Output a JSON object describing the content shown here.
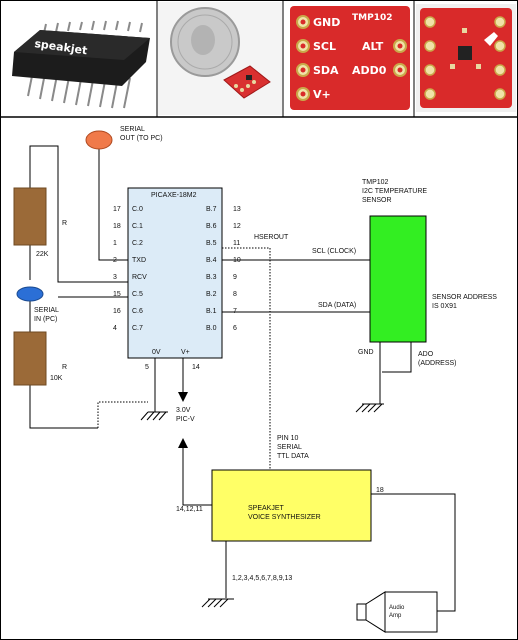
{
  "photos": {
    "chip_brand": "speakjet",
    "breakout_pins": [
      "GND",
      "SCL",
      "SDA",
      "V+"
    ],
    "breakout_title": "TMP102",
    "breakout_pins_right": [
      "ALT",
      "ADD0"
    ]
  },
  "labels": {
    "serial_out": [
      "SERIAL",
      "OUT (TO PC)"
    ],
    "serial_in": [
      "SERIAL",
      "IN (PC)"
    ],
    "r1": "R",
    "r1_value": "22K",
    "r2": "R",
    "r2_value": "10K",
    "picaxe_title": "PICAXE-18M2",
    "picaxe_left_pins": [
      "C.0",
      "C.1",
      "C.2",
      "TXD",
      "RCV",
      "C.5",
      "C.6",
      "C.7"
    ],
    "picaxe_left_numbers": [
      "17",
      "18",
      "1",
      "2",
      "3",
      "15",
      "16",
      "4"
    ],
    "picaxe_right_pins": [
      "B.7",
      "B.6",
      "B.5",
      "B.4",
      "B.3",
      "B.2",
      "B.1",
      "B.0"
    ],
    "picaxe_right_numbers": [
      "13",
      "12",
      "11",
      "10",
      "9",
      "8",
      "7",
      "6"
    ],
    "picaxe_0v": "0V",
    "picaxe_vplus": "V+",
    "pin_5": "5",
    "pin_14": "14",
    "power": [
      "3.0V",
      "PIC-V"
    ],
    "hserout": "HSEROUT",
    "tmp102": [
      "TMP102",
      "I2C TEMPERATURE",
      "SENSOR"
    ],
    "scl": "SCL (CLOCK)",
    "sda": "SDA (DATA)",
    "sensor_address": [
      "SENSOR ADDRESS",
      "IS 0X91"
    ],
    "gnd": "GND",
    "ado": [
      "ADO",
      "(ADDRESS)"
    ],
    "pin10_serial": [
      "PIN 10",
      "SERIAL",
      "TTL DATA"
    ],
    "speakjet": [
      "SPEAKJET",
      "VOICE SYNTHESIZER"
    ],
    "speakjet_pins_left": "14,12,11",
    "speakjet_pin_18": "18",
    "speakjet_ground_pins": "1,2,3,4,5,6,7,8,9,13",
    "audio_amp": [
      "Audio",
      "Amp"
    ]
  },
  "colors": {
    "resistor": "#9b6a38",
    "serial_out_dot": "#f07a4a",
    "serial_in_dot": "#2b6fd6",
    "sensor": "#33ee22",
    "speakjet": "#ffff66",
    "picaxe": "#dcebf7",
    "board_red": "#d92a2a"
  }
}
